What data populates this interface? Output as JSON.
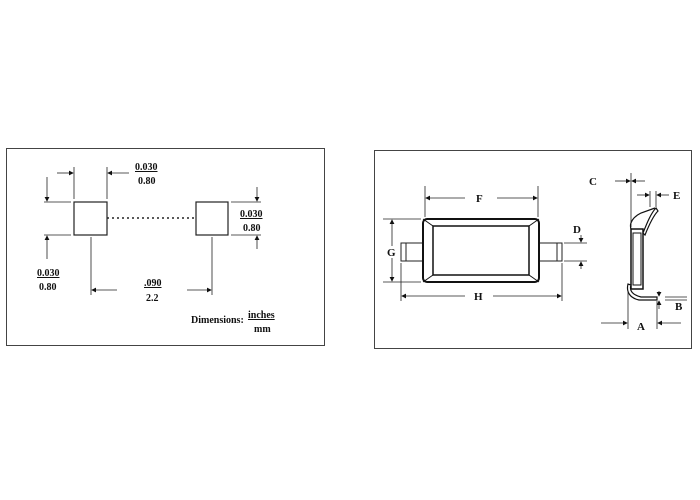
{
  "footprint": {
    "pad_width": {
      "inches": "0.030",
      "mm": "0.80"
    },
    "pad_height": {
      "inches": "0.030",
      "mm": "0.80"
    },
    "pad_height_left": {
      "inches": "0.030",
      "mm": "0.80"
    },
    "pad_spacing": {
      "inches": ".090",
      "mm": "2.2"
    },
    "units_caption": "Dimensions:",
    "units_top": "inches",
    "units_bottom": "mm"
  },
  "package": {
    "labels": {
      "F": "F",
      "G": "G",
      "H": "H",
      "D": "D",
      "C": "C",
      "E": "E",
      "B": "B",
      "A": "A"
    }
  }
}
